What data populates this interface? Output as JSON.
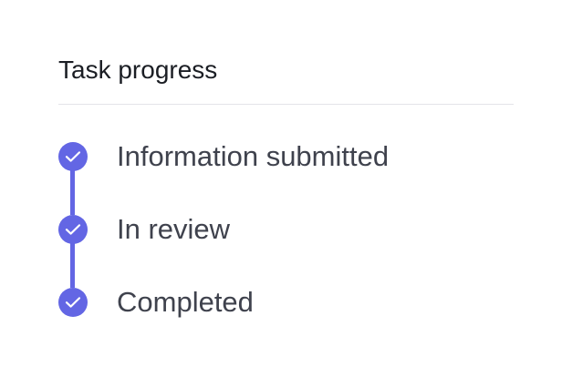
{
  "header": {
    "title": "Task progress"
  },
  "steps": [
    {
      "label": "Information submitted",
      "status": "complete",
      "icon": "check-icon"
    },
    {
      "label": "In review",
      "status": "complete",
      "icon": "check-icon"
    },
    {
      "label": "Completed",
      "status": "complete",
      "icon": "check-icon"
    }
  ],
  "colors": {
    "accent": "#6366e4",
    "title_text": "#1b1e24",
    "step_text": "#3f424d",
    "divider": "#e3e4e8",
    "background": "#ffffff"
  }
}
